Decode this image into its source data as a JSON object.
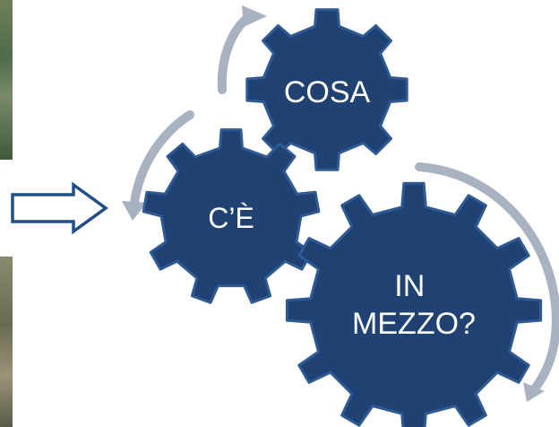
{
  "gears": [
    {
      "id": "cosa",
      "lines": [
        "COSA"
      ]
    },
    {
      "id": "ce",
      "lines": [
        "C’È"
      ]
    },
    {
      "id": "in-mezzo",
      "lines": [
        "IN",
        "MEZZO?"
      ]
    }
  ],
  "colors": {
    "gear_fill": "#1f4273",
    "gear_stroke": "#2f5a93",
    "gear_text": "#ffffff",
    "cycle_arrow": "#a9b2c0",
    "pointer_arrow_stroke": "#1f4f86",
    "background": "#ffffff"
  },
  "icons": {
    "pointer": "right-arrow-outline-icon",
    "cycle": "curved-cycle-arrow-icon",
    "gear": "cogwheel-icon"
  }
}
